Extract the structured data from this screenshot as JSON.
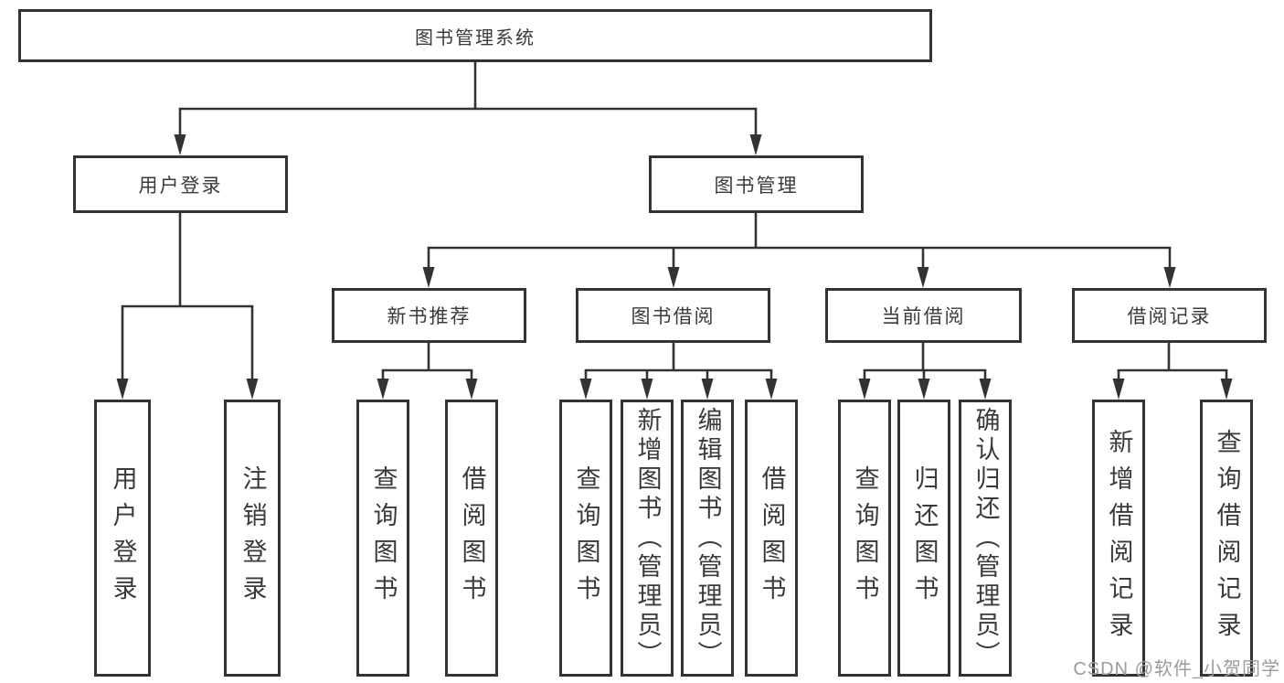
{
  "diagram": {
    "watermark": "CSDN @软件_小贺同学",
    "colors": {
      "line": "#333333",
      "box_border": "#333333",
      "box_fill": "#ffffff",
      "text": "#3a3a3a",
      "watermark": "#9b9b9b",
      "background": "#ffffff"
    },
    "tree": {
      "label": "图书管理系统",
      "children": [
        {
          "label": "用户登录",
          "children": [
            {
              "label": "用户登录"
            },
            {
              "label": "注销登录"
            }
          ]
        },
        {
          "label": "图书管理",
          "children": [
            {
              "label": "新书推荐",
              "children": [
                {
                  "label": "查询图书"
                },
                {
                  "label": "借阅图书"
                }
              ]
            },
            {
              "label": "图书借阅",
              "children": [
                {
                  "label": "查询图书"
                },
                {
                  "label": "新增图书（管理员）"
                },
                {
                  "label": "编辑图书（管理员）"
                },
                {
                  "label": "借阅图书"
                }
              ]
            },
            {
              "label": "当前借阅",
              "children": [
                {
                  "label": "查询图书"
                },
                {
                  "label": "归还图书"
                },
                {
                  "label": "确认归还（管理员）"
                }
              ]
            },
            {
              "label": "借阅记录",
              "children": [
                {
                  "label": "新增借阅记录"
                },
                {
                  "label": "查询借阅记录"
                }
              ]
            }
          ]
        }
      ]
    }
  }
}
